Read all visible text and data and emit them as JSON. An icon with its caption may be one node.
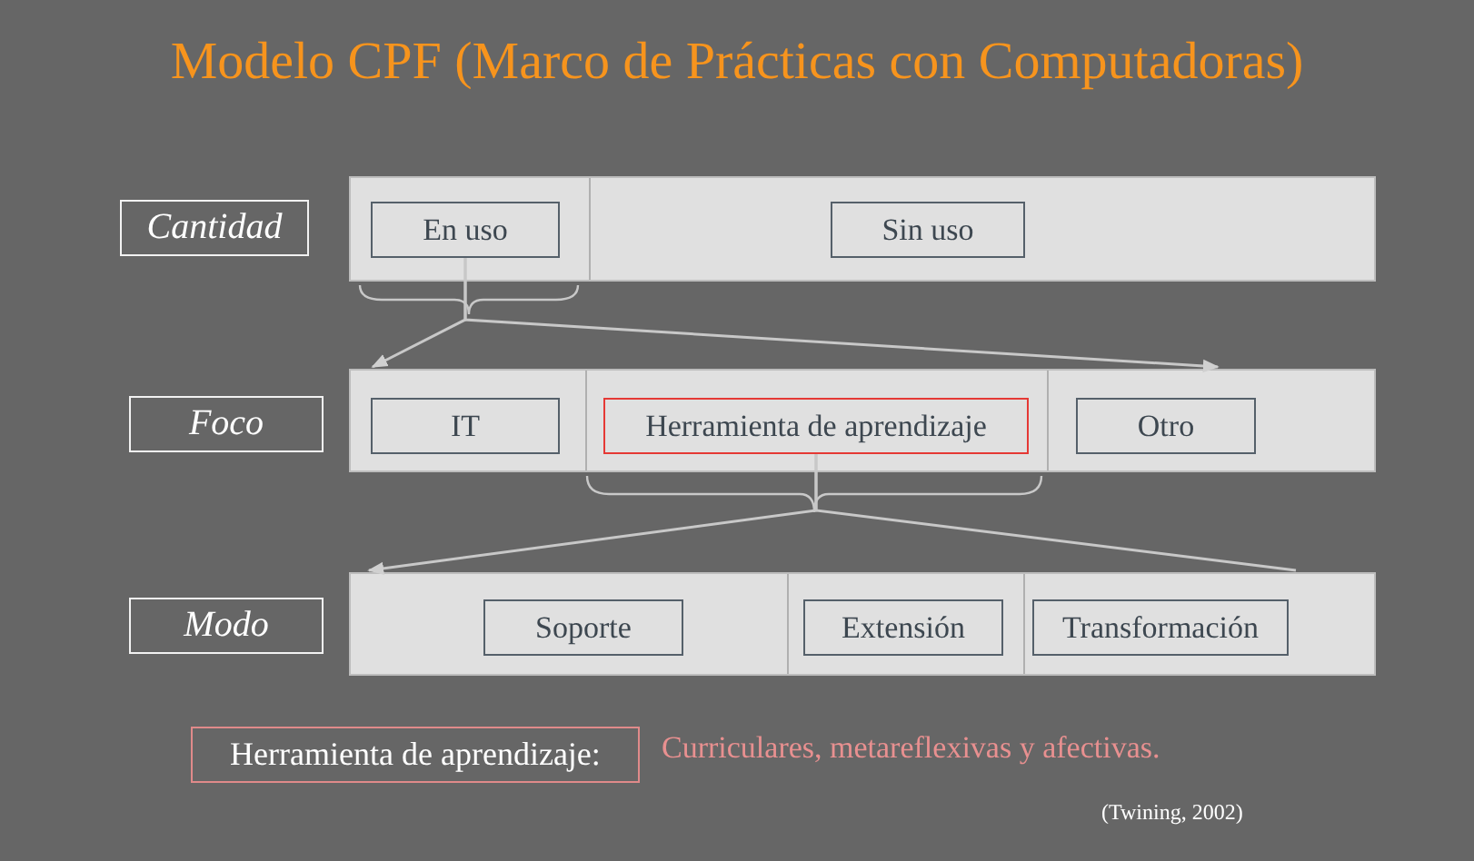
{
  "diagram": {
    "title": "Modelo CPF (Marco de Prácticas con Computadoras)",
    "nodes": [
      {
        "text": [
          "Cantidad"
        ]
      },
      {
        "text": [],
        "shape": "bar"
      },
      {
        "text": [
          "En uso"
        ],
        "in": 1
      },
      {
        "text": [
          "Sin uso"
        ],
        "in": 1
      },
      {
        "text": [
          "Foco"
        ]
      },
      {
        "text": [],
        "shape": "bar"
      },
      {
        "text": [
          "IT"
        ],
        "in": 5
      },
      {
        "text": [
          "Herramienta de aprendizaje"
        ],
        "in": 5
      },
      {
        "text": [
          "Otro"
        ],
        "in": 5
      },
      {
        "text": [
          "Modo"
        ]
      },
      {
        "text": [],
        "shape": "bar"
      },
      {
        "text": [
          "Soporte"
        ],
        "in": 10
      },
      {
        "text": [
          "Extensión"
        ],
        "in": 10
      },
      {
        "text": [
          "Transformación"
        ],
        "in": 10
      },
      {
        "text": [
          "Herramienta de aprendizaje:"
        ]
      }
    ],
    "edges": [
      {
        "from": 2,
        "to": 5,
        "arrow": "to"
      },
      {
        "from": 2,
        "to": 5,
        "arrow": "to"
      },
      {
        "from": 7,
        "to": 10,
        "arrow": "to"
      },
      {
        "from": 7,
        "to": 10,
        "arrow": "none"
      }
    ],
    "labels": [
      "Curriculares, metareflexivas y afectivas.",
      "(Twining, 2002)"
    ]
  }
}
